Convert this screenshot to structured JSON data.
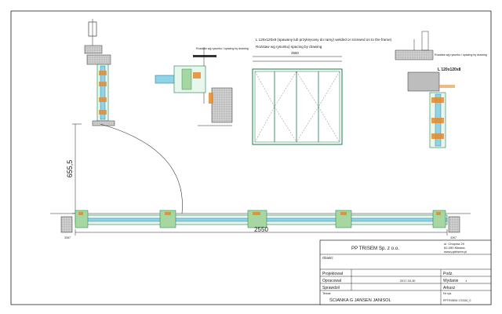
{
  "notes": {
    "angle_line1": "L 120x120x8 (spawany lub przykręcany do ramy) welded or screwed on to the frame)",
    "angle_line2": "Rozstaw wg rysunku) spacing by drawing",
    "angle_right": "L 120x120x8",
    "small_left": "Rozstaw wg rysunku / spacing by drawing",
    "small_right": "Rozstaw wg rysunku / spacing by drawing"
  },
  "dims": {
    "vertical": "655,5",
    "horizontal": "2550",
    "elevation_width": "2550"
  },
  "labels": {
    "left_anchor": "3267",
    "right_anchor": "3267"
  },
  "title_block": {
    "company": "PP TRISEM Sp. z o.o.",
    "address1": "ul. Chopina 29",
    "address2": "62-050 Mosina",
    "web": "www.pptrisem.pl",
    "obiekt_label": "Obiekt:",
    "projektowal_label": "Projektował",
    "opracowal_label": "Opracował",
    "sprawdzil_label": "Sprawdził",
    "date": "2017-03-30",
    "podz_label": "Podz.",
    "wydanie_label": "Wydanie",
    "wydanie_value": "1",
    "arkusz_label": "Arkusz",
    "temat_label": "Temat:",
    "temat_value": "ŚCIANKA G JANSEN JANISOL",
    "nr_label": "Nr rys.",
    "nr_value": "PPTRISEM 170330_0"
  },
  "colors": {
    "line": "#222222",
    "glass": "#8fd3e8",
    "profile": "#a7d7a0",
    "orange": "#e48a2c",
    "concrete": "#bdbdbd"
  }
}
